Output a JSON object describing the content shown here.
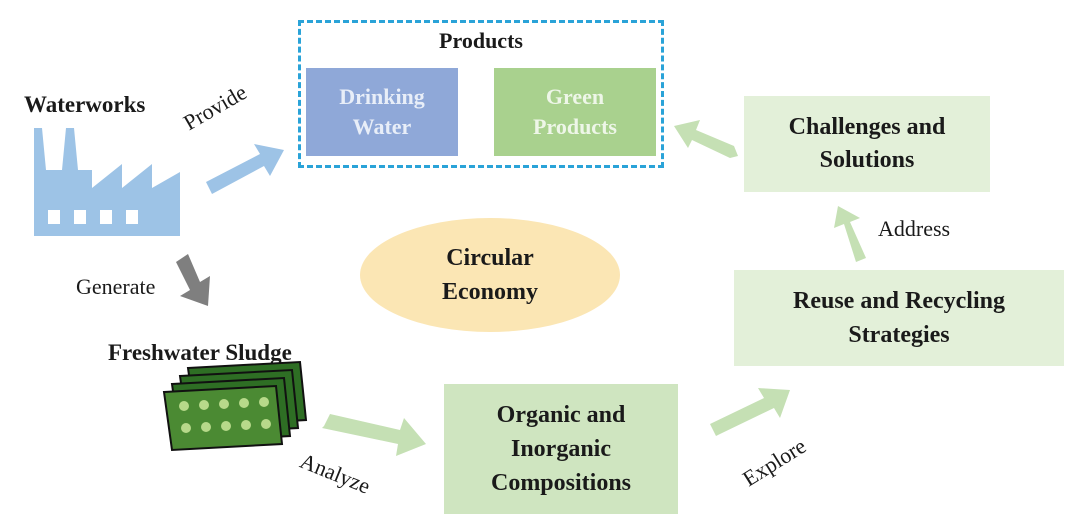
{
  "products": {
    "title": "Products",
    "drinking_water": [
      "Drinking",
      "Water"
    ],
    "green_products": [
      "Green",
      "Products"
    ]
  },
  "waterworks": {
    "label": "Waterworks"
  },
  "freshwater_sludge": {
    "label": "Freshwater Sludge"
  },
  "center": {
    "lines": [
      "Circular",
      "Economy"
    ]
  },
  "boxes": {
    "challenges": [
      "Challenges and",
      "Solutions"
    ],
    "reuse": [
      "Reuse and Recycling",
      "Strategies"
    ],
    "compositions": [
      "Organic and",
      "Inorganic",
      "Compositions"
    ]
  },
  "arrows": {
    "provide": "Provide",
    "generate": "Generate",
    "analyze": "Analyze",
    "explore": "Explore",
    "address": "Address"
  },
  "colors": {
    "factory": "#9dc3e6",
    "arrow_blue": "#9dc3e6",
    "arrow_gray": "#7f7f7f",
    "arrow_green": "#c5e0b4",
    "dashed_border": "#2aa3d8",
    "sludge": "#2e6e24"
  }
}
